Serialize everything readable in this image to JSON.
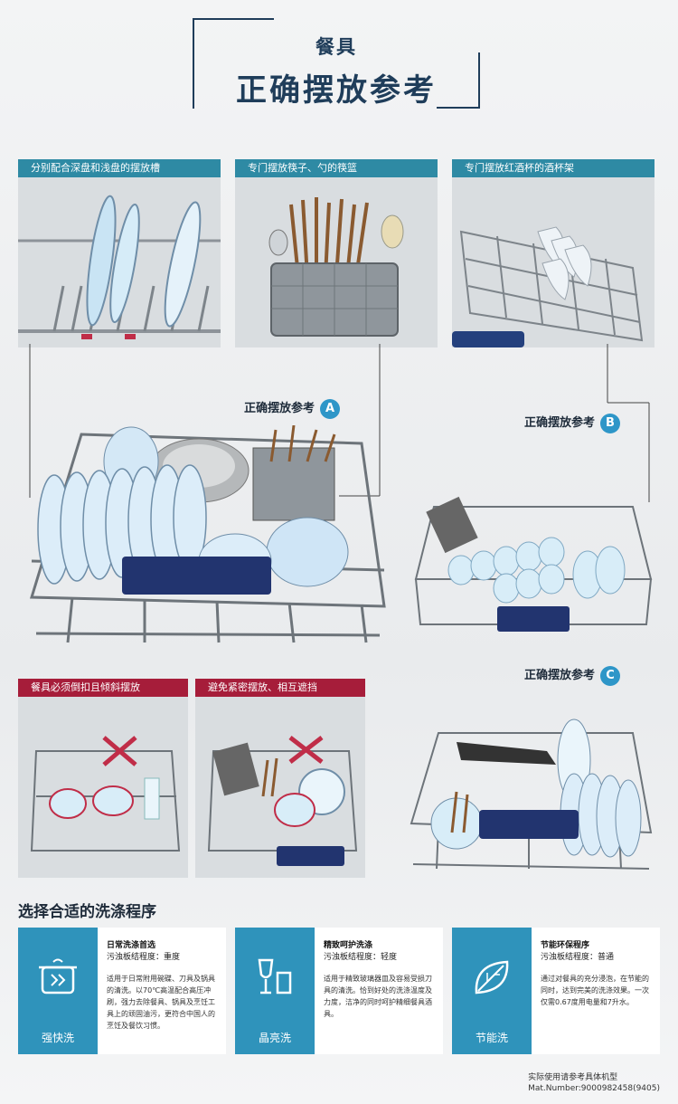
{
  "header": {
    "small": "餐具",
    "big": "正确摆放参考"
  },
  "panels": {
    "p1": "分别配合深盘和浅盘的摆放槽",
    "p2": "专门摆放筷子、勺的筷篮",
    "p3": "专门摆放红酒杯的酒杯架"
  },
  "refs": {
    "a": {
      "label": "正确摆放参考",
      "letter": "A"
    },
    "b": {
      "label": "正确摆放参考",
      "letter": "B"
    },
    "c": {
      "label": "正确摆放参考",
      "letter": "C"
    }
  },
  "wrong": {
    "w1": "餐具必须倒扣且倾斜摆放",
    "w2": "避免紧密摆放、相互遮挡"
  },
  "programs": {
    "title": "选择合适的洗涤程序",
    "items": [
      {
        "name": "强快洗",
        "title": "日常洗涤首选",
        "soil": "污浊板结程度：重度",
        "desc": "适用于日常附用碗碟、刀具及锅具的清洗。以70℃高温配合高压冲刷，强力去除餐具、锅具及烹饪工具上的顽固油污，更符合中国人的烹饪及餐饮习惯。",
        "icon": "pot-icon"
      },
      {
        "name": "晶亮洗",
        "title": "精致呵护洗涤",
        "soil": "污浊板结程度：轻度",
        "desc": "适用于精致玻璃器皿及容易受损刀具的清洗。恰到好处的洗涤温度及力度，洁净的同时呵护精细餐具酒具。",
        "icon": "glass-icon"
      },
      {
        "name": "节能洗",
        "title": "节能环保程序",
        "soil": "污浊板结程度：普通",
        "desc": "通过对餐具的充分浸泡，在节能的同时，达到完美的洗涤效果。一次仅需0.67度用电量和7升水。",
        "icon": "leaf-icon"
      }
    ]
  },
  "footnote": {
    "line1": "实际使用请参考具体机型",
    "line2": "Mat.Number:9000982458(9405)"
  },
  "colors": {
    "teal": "#2e8aa4",
    "red": "#a61d3a",
    "navy": "#1f3d5a",
    "badge": "#2e96c8",
    "card": "#2f93bb"
  }
}
